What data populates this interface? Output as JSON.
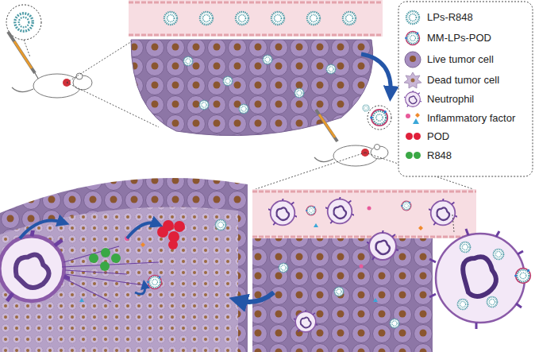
{
  "diagram": {
    "legend": [
      {
        "text": "LPs-R848"
      },
      {
        "text": "MM-LPs-POD"
      },
      {
        "text": "Live tumor cell"
      },
      {
        "text": "Dead tumor cell"
      },
      {
        "text": "Neutrophil"
      },
      {
        "text": "Inflammatory factor"
      },
      {
        "text": "POD",
        "color": "#e0203a"
      },
      {
        "text": "R848",
        "color": "#3aa845"
      }
    ]
  }
}
